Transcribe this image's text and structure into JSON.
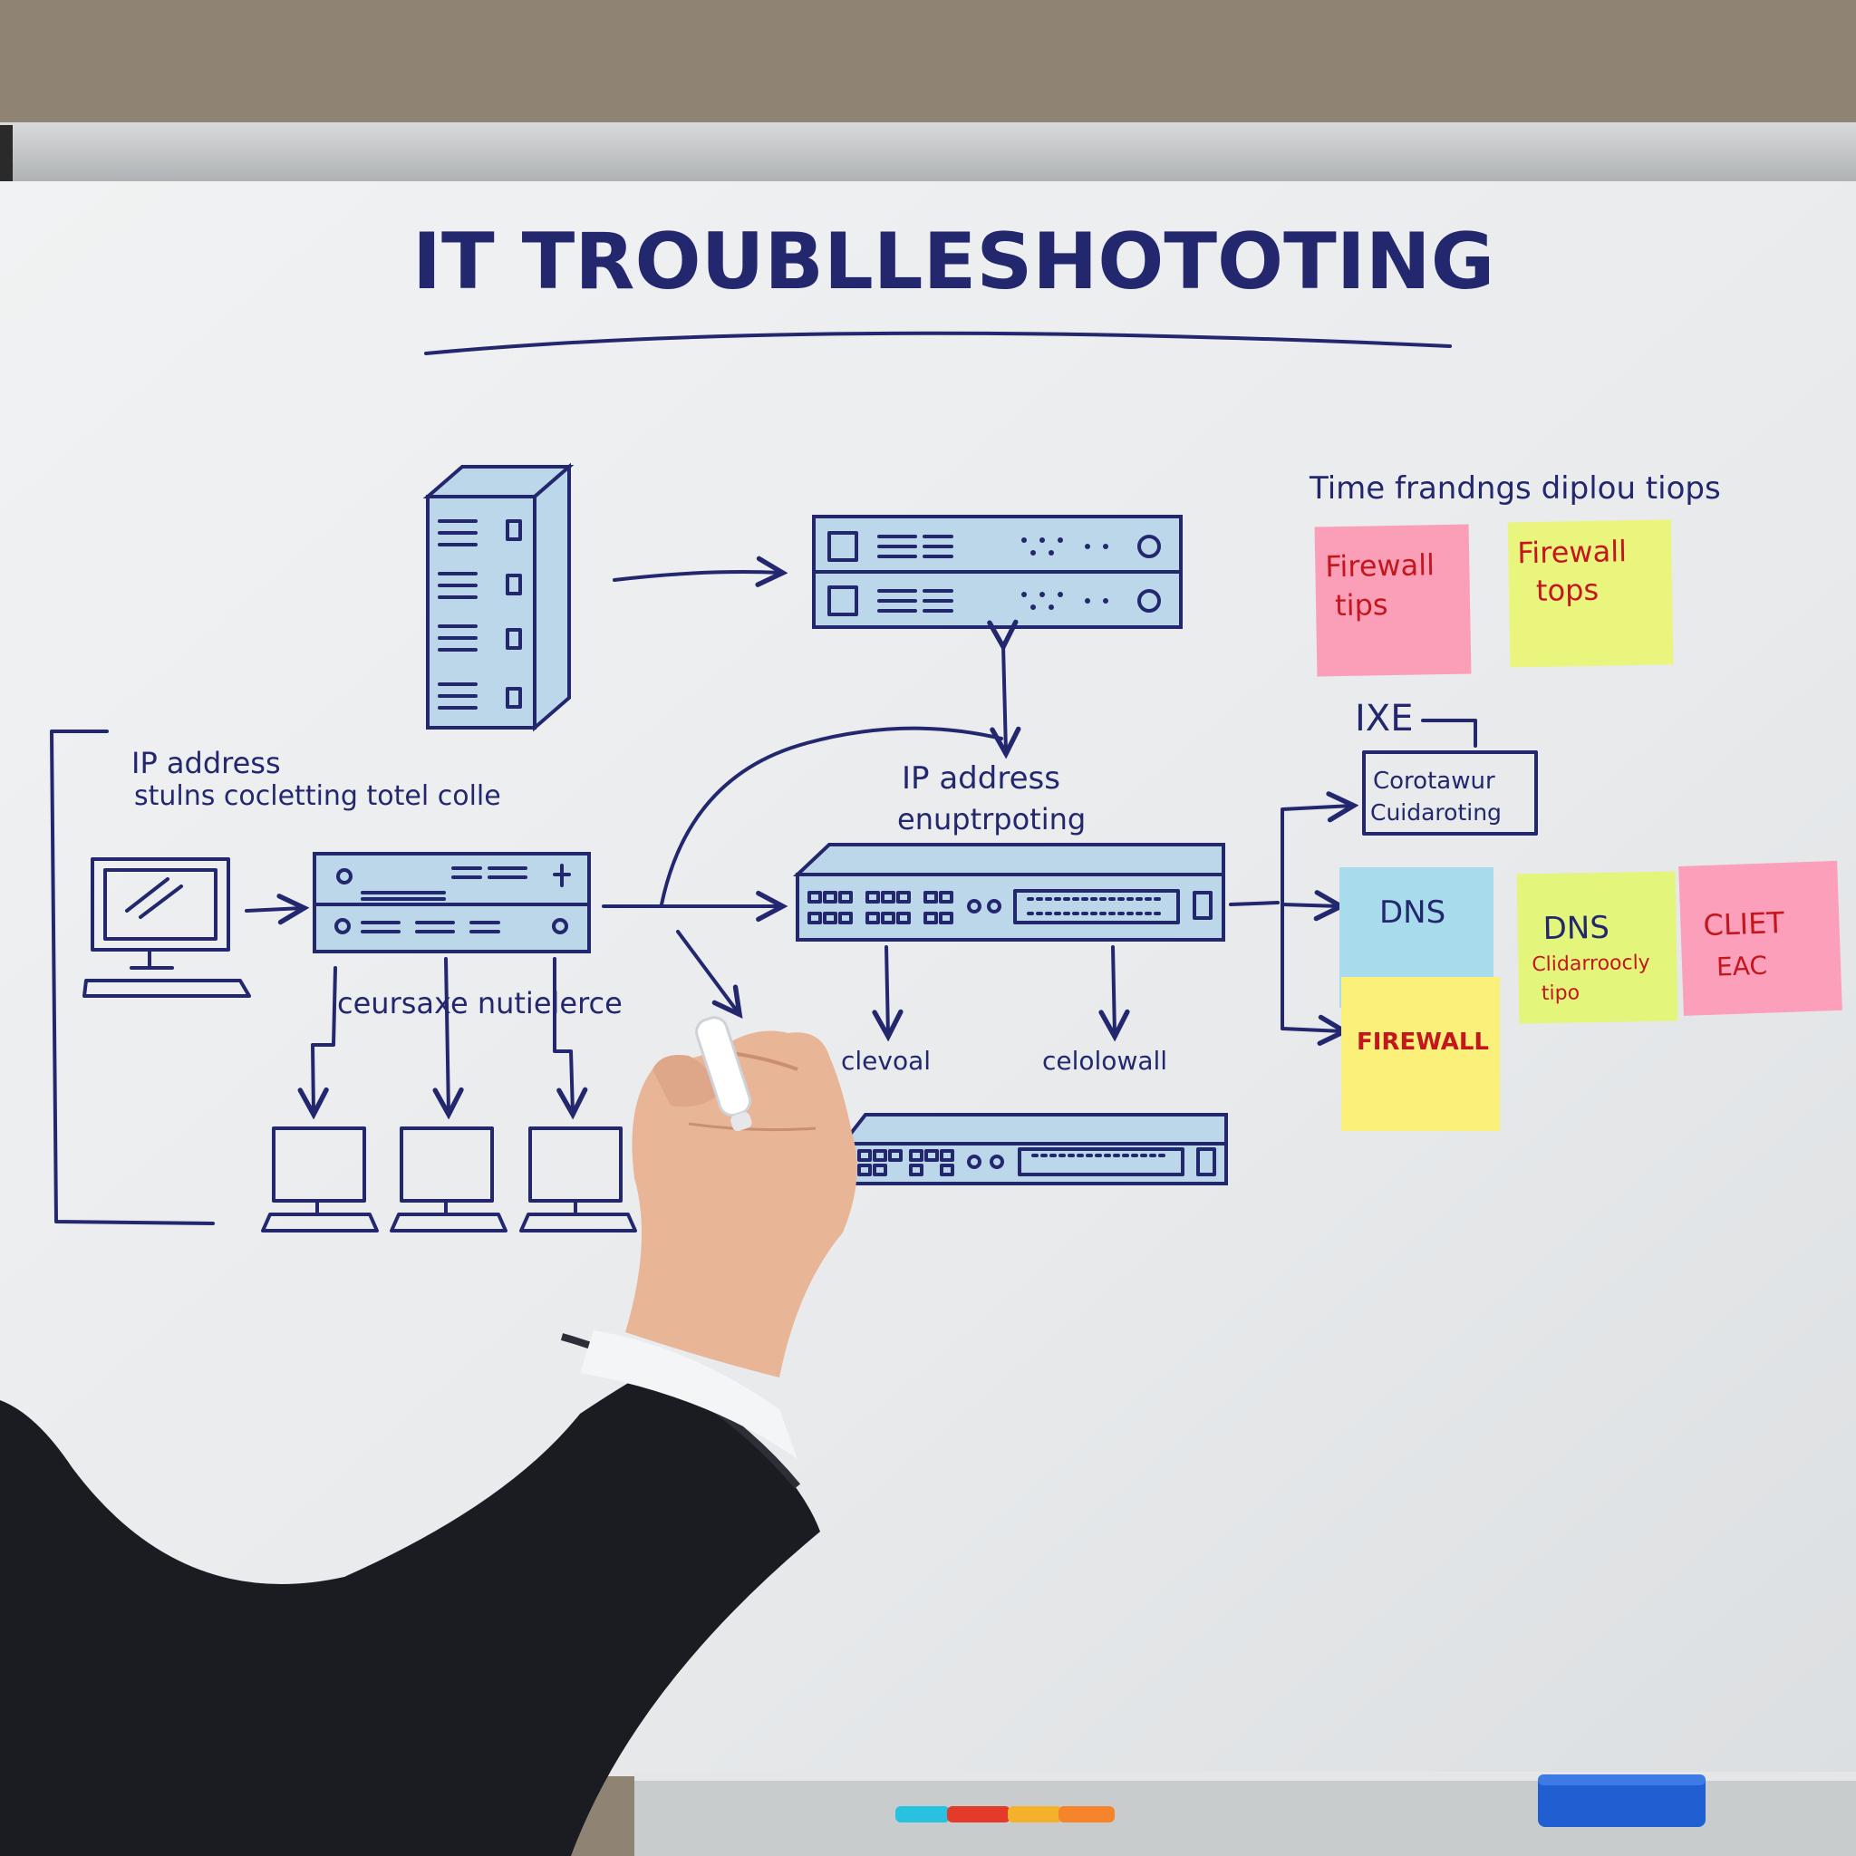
{
  "board": {
    "title": "IT TROUBLLESHOTOTING",
    "tips_heading": "Time frandngs diplou tiops",
    "left_label_line1": "IP address",
    "left_label_line2": "stulns cocletting totel colle",
    "center_label_line1": "IP address",
    "center_label_line2": "enuptrpoting",
    "lower_left_label": "ceursaxe nutielerce",
    "switch_label_left": "clevoal",
    "switch_label_right": "celolowall",
    "ixe_label": "IXE",
    "box_line1": "Corotawur",
    "box_line2": "Cuidaroting"
  },
  "sticky_notes": [
    {
      "id": "pink-top",
      "color": "#fb9fb8",
      "line1": "Firewall",
      "line2": "tips",
      "text_color": "#c4171d"
    },
    {
      "id": "lime-top",
      "color": "#eaf57e",
      "line1": "Firewall",
      "line2": "tops",
      "text_color": "#c4171d"
    },
    {
      "id": "blue-dns",
      "color": "#a8dcec",
      "line1": "DNS",
      "line2": "",
      "text_color": "#23276e"
    },
    {
      "id": "yellow-firewall",
      "color": "#fbf07a",
      "line1": "FIREWALL",
      "line2": "",
      "text_color": "#c4171d"
    },
    {
      "id": "lime-dns",
      "color": "#e4f57c",
      "line1": "DNS",
      "line2": "Clidarroocly",
      "line3": "tipo",
      "text_color": "#23276e"
    },
    {
      "id": "pink-client",
      "color": "#fb9fbb",
      "line1": "CLIET",
      "line2": "EAC",
      "text_color": "#c4171d"
    }
  ],
  "colors": {
    "ink": "#23276e",
    "device_fill": "#bcd7ea",
    "board": "#eceef0",
    "wall": "#8f8474",
    "frame": "#c5c8ca",
    "sleeve": "#1a1c22",
    "skin": "#e8b597"
  },
  "icons": [
    "server-tower-icon",
    "rack-server-icon",
    "router-icon",
    "switch-icon",
    "monitor-icon",
    "marker-icon",
    "eraser-icon"
  ]
}
